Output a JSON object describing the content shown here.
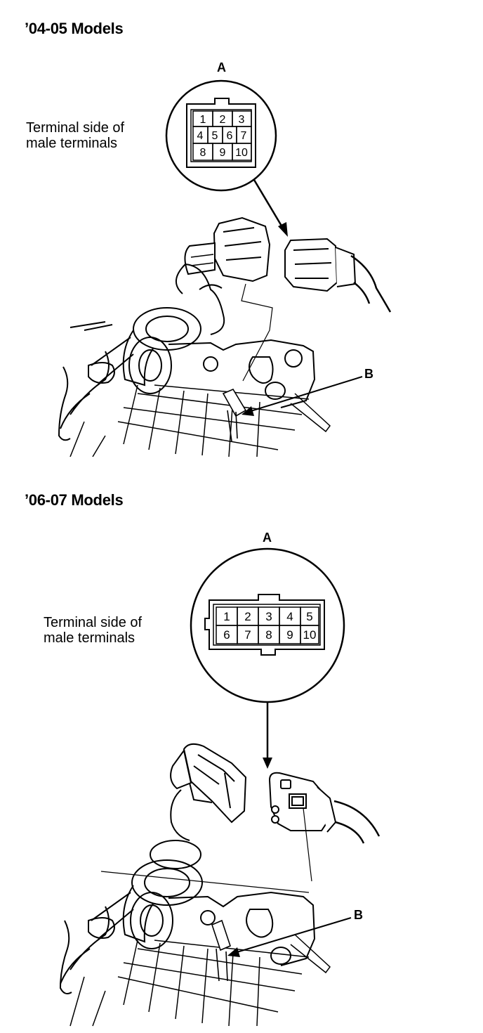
{
  "sections": [
    {
      "title": "’04-05 Models",
      "connector_label": "A",
      "callout": {
        "line1": "Terminal side of",
        "line2": "male terminals"
      },
      "pointer_label": "B",
      "terminals": [
        "1",
        "2",
        "3",
        "4",
        "5",
        "6",
        "7",
        "8",
        "9",
        "10"
      ]
    },
    {
      "title": "’06-07 Models",
      "connector_label": "A",
      "callout": {
        "line1": "Terminal side of",
        "line2": "male terminals"
      },
      "pointer_label": "B",
      "terminals": [
        "1",
        "2",
        "3",
        "4",
        "5",
        "6",
        "7",
        "8",
        "9",
        "10"
      ]
    }
  ]
}
